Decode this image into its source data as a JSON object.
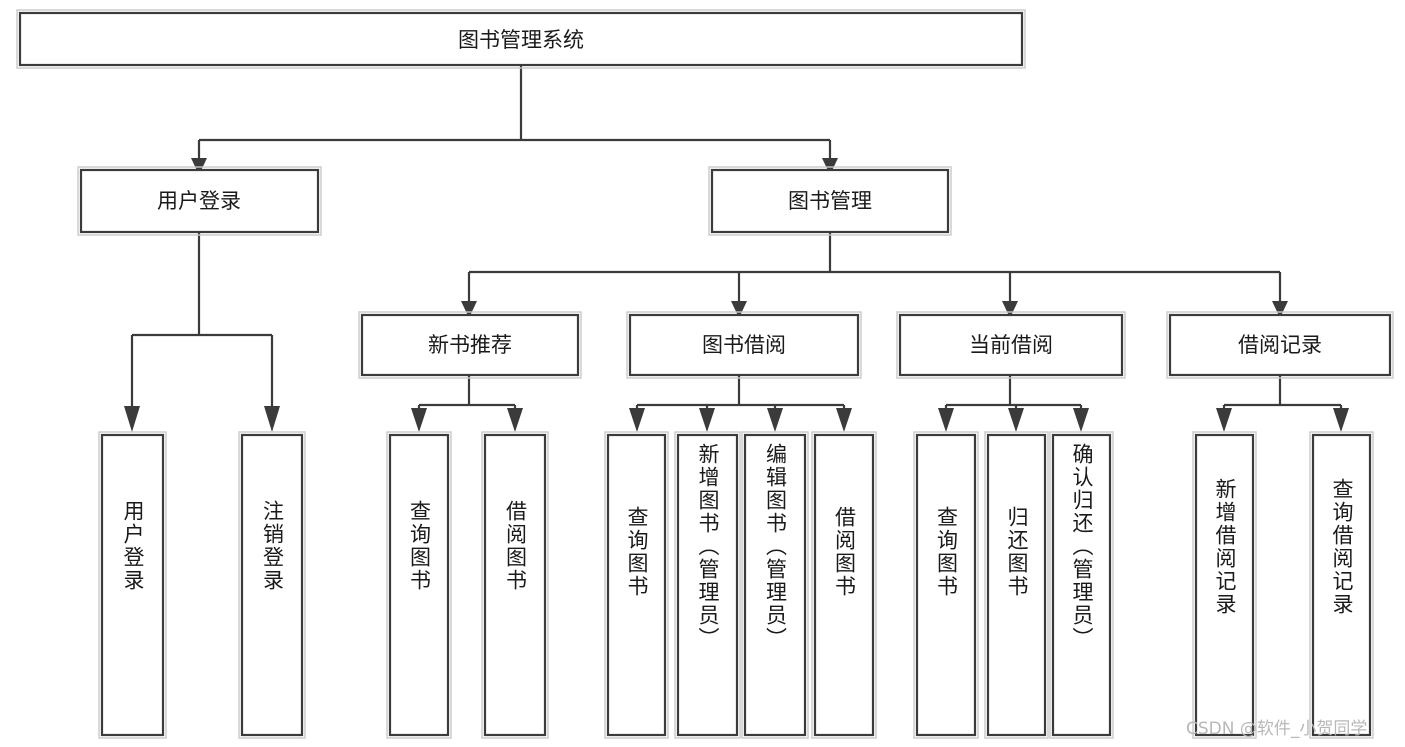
{
  "diagram": {
    "type": "tree",
    "title": "图书管理系统",
    "orientation": "top-down",
    "colors": {
      "box_border": "#3b3b3b",
      "box_fill": "#ffffff",
      "connector": "#3b3b3b",
      "text": "#1a1a1a",
      "watermark": "#b8b8b8"
    },
    "root": {
      "id": "root",
      "label": "图书管理系统"
    },
    "level2": [
      {
        "id": "user-login",
        "label": "用户登录"
      },
      {
        "id": "book-management",
        "label": "图书管理"
      }
    ],
    "level3": [
      {
        "id": "new-book-recommend",
        "label": "新书推荐",
        "parent": "book-management"
      },
      {
        "id": "book-borrow",
        "label": "图书借阅",
        "parent": "book-management"
      },
      {
        "id": "current-borrow",
        "label": "当前借阅",
        "parent": "book-management"
      },
      {
        "id": "borrow-record",
        "label": "借阅记录",
        "parent": "book-management"
      }
    ],
    "leaves": [
      {
        "id": "leaf-user-login",
        "label": "用户登录",
        "parent": "user-login"
      },
      {
        "id": "leaf-logout-login",
        "label": "注销登录",
        "parent": "user-login"
      },
      {
        "id": "leaf-query-book-1",
        "label": "查询图书",
        "parent": "new-book-recommend"
      },
      {
        "id": "leaf-borrow-book-1",
        "label": "借阅图书",
        "parent": "new-book-recommend"
      },
      {
        "id": "leaf-query-book-2",
        "label": "查询图书",
        "parent": "book-borrow"
      },
      {
        "id": "leaf-add-book",
        "label": "新增图书（管理员）",
        "parent": "book-borrow"
      },
      {
        "id": "leaf-edit-book",
        "label": "编辑图书（管理员）",
        "parent": "book-borrow"
      },
      {
        "id": "leaf-borrow-book-2",
        "label": "借阅图书",
        "parent": "book-borrow"
      },
      {
        "id": "leaf-query-book-3",
        "label": "查询图书",
        "parent": "current-borrow"
      },
      {
        "id": "leaf-return-book",
        "label": "归还图书",
        "parent": "current-borrow"
      },
      {
        "id": "leaf-confirm-return",
        "label": "确认归还（管理员）",
        "parent": "current-borrow"
      },
      {
        "id": "leaf-add-record",
        "label": "新增借阅记录",
        "parent": "borrow-record"
      },
      {
        "id": "leaf-query-record",
        "label": "查询借阅记录",
        "parent": "borrow-record"
      }
    ],
    "watermark": "CSDN @软件_小贺同学"
  }
}
